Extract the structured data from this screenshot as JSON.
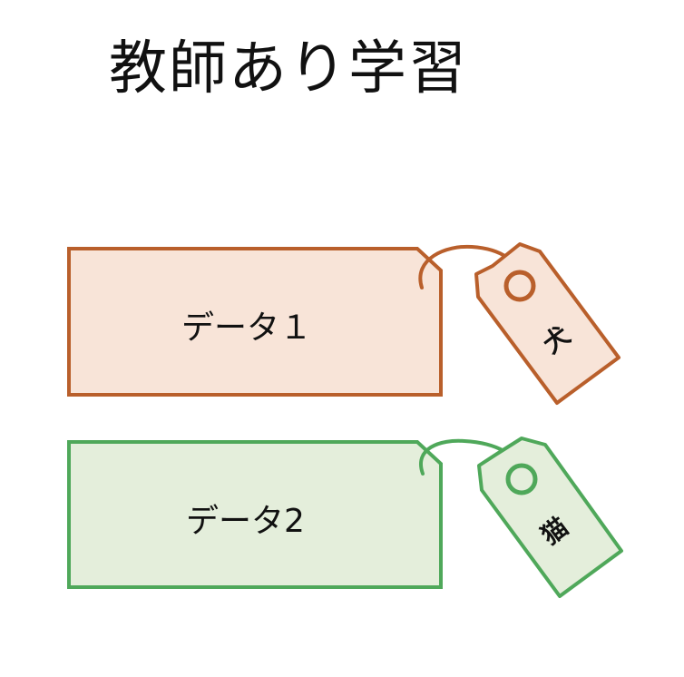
{
  "title": "教師あり学習",
  "colors": {
    "orange_stroke": "#B95F2B",
    "orange_fill": "#F8E4D8",
    "green_stroke": "#4FA85A",
    "green_fill": "#E4EEDB"
  },
  "items": [
    {
      "label": "データ１",
      "tag": "犬",
      "color": "orange"
    },
    {
      "label": "データ2",
      "tag": "猫",
      "color": "green"
    }
  ]
}
